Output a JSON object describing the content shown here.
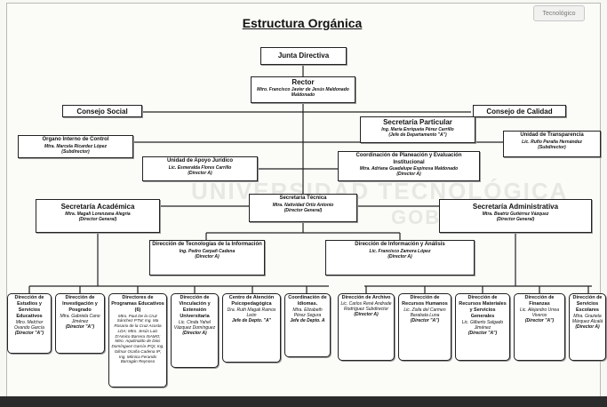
{
  "title": "Estructura Orgánica",
  "logo_text": "Tecnológico",
  "watermark": [
    "UNIVERSIDAD TECNOLÓGICA",
    "GOBIERNO"
  ],
  "junta": {
    "title": "Junta Directiva"
  },
  "rector": {
    "title": "Rector",
    "name": "Mtro. Francisco Javier de Jesús Maldonado Maldonado"
  },
  "consejo_social": {
    "title": "Consejo Social"
  },
  "consejo_calidad": {
    "title": "Consejo de Calidad"
  },
  "secretaria_particular": {
    "title": "Secretaría Particular",
    "name": "Ing. María Enriqueta Pérez Carrillo",
    "rank": "(Jefe de Departamento \"A\")"
  },
  "organo_control": {
    "title": "Órgano Interno de Control",
    "name": "Mtra. Marcela Ricardez López",
    "rank": "(Subdirector)"
  },
  "transparencia": {
    "title": "Unidad de Transparencia",
    "name": "Lic. Rufio Peralta Hernández",
    "rank": "(Subdirector)"
  },
  "apoyo_juridico": {
    "title": "Unidad de Apoyo Jurídico",
    "name": "Lic. Esmeralda Flores Carrillo",
    "rank": "(Director A)"
  },
  "planeacion": {
    "title": "Coordinación de Planeación y Evaluación Institucional",
    "name": "Mtra. Adriana Guadalupe Espinosa Maldonado",
    "rank": "(Director A)"
  },
  "sec_academica": {
    "title": "Secretaría Académica",
    "name": "Mtra. Magali Lorenzana Alegría",
    "rank": "(Director General)"
  },
  "sec_tecnica": {
    "title": "Secretaría Técnica",
    "name": "Mtra. Natividad Ortiz Antonio",
    "rank": "(Director General)"
  },
  "sec_administrativa": {
    "title": "Secretaría Administrativa",
    "name": "Mtra. Beatriz Gutiérrez Vázquez",
    "rank": "(Director General)"
  },
  "dir_tecnologias": {
    "title": "Dirección de Tecnologías de la Información",
    "name": "Ing. Pedro Carpañ Cadena",
    "rank": "(Director A)"
  },
  "dir_informacion": {
    "title": "Dirección de Información y Análisis",
    "name": "Lic. Francisco Zamora López",
    "rank": "(Director A)"
  },
  "bottom_boxes": [
    {
      "title": "Dirección de Estudios y Servicios Educativos",
      "name": "Mtro. Melchor Ovando García",
      "rank": "(Director \"A\")"
    },
    {
      "title": "Dirección de Investigación y Posgrado",
      "name": "Mtra. Gabriela Cano Jiménez",
      "rank": "(Director \"A\")"
    },
    {
      "title": "Directores de Programas Educativos (6)",
      "name": "Mtro. Paul De la Cruz Sánchez PTM; Ing. Ma Rosario de la Cruz Acosta LDA; Mtro. Jesús Luis D'Amico Barrera ISAMO; Mtro. Aquilinaldo de Dios Domínguez García IFQI; Ing. Gilmar Ocaña Cadena IP; Ing. Mónica Ferando Barragán Reynoso",
      "rank": ""
    },
    {
      "title": "Dirección de Vinculación y Extensión Universitaria",
      "name": "Lic. Cinda Yahel Vázquez Domínguez",
      "rank": "(Director A)"
    },
    {
      "title": "Centro de Atención Psicopedagógica",
      "name": "Dra. Ruth Magali Ramos León",
      "rank": "Jefe de Depto. \"A\""
    },
    {
      "title": "Coordinación de Idiomas.",
      "name": "Mtra. Elizabeth Pérez Segura",
      "rank": "Jefe de Depto. A"
    },
    {
      "title": "Dirección de Archivo",
      "name": "Lic. Carlos René Andrade Rodríguez Subdirector",
      "rank": "(Director A)"
    },
    {
      "title": "Dirección de Recursos Humanos",
      "name": "Lic. Zoila del Carmen Barabata Luna",
      "rank": "(Director \"A\")"
    },
    {
      "title": "Dirección de Recursos Materiales y Servicios Generales",
      "name": "Lic. Gilberto Salgado Jiménez",
      "rank": "(Director \"A\")"
    },
    {
      "title": "Dirección de Finanzas",
      "name": "Lic. Alejandro Urrea Viveros",
      "rank": "(Director \"A\")"
    },
    {
      "title": "Dirección de Servicios Escolares",
      "name": "Mtra. Graziela Márquez Alcalá",
      "rank": "(Director A)"
    }
  ]
}
